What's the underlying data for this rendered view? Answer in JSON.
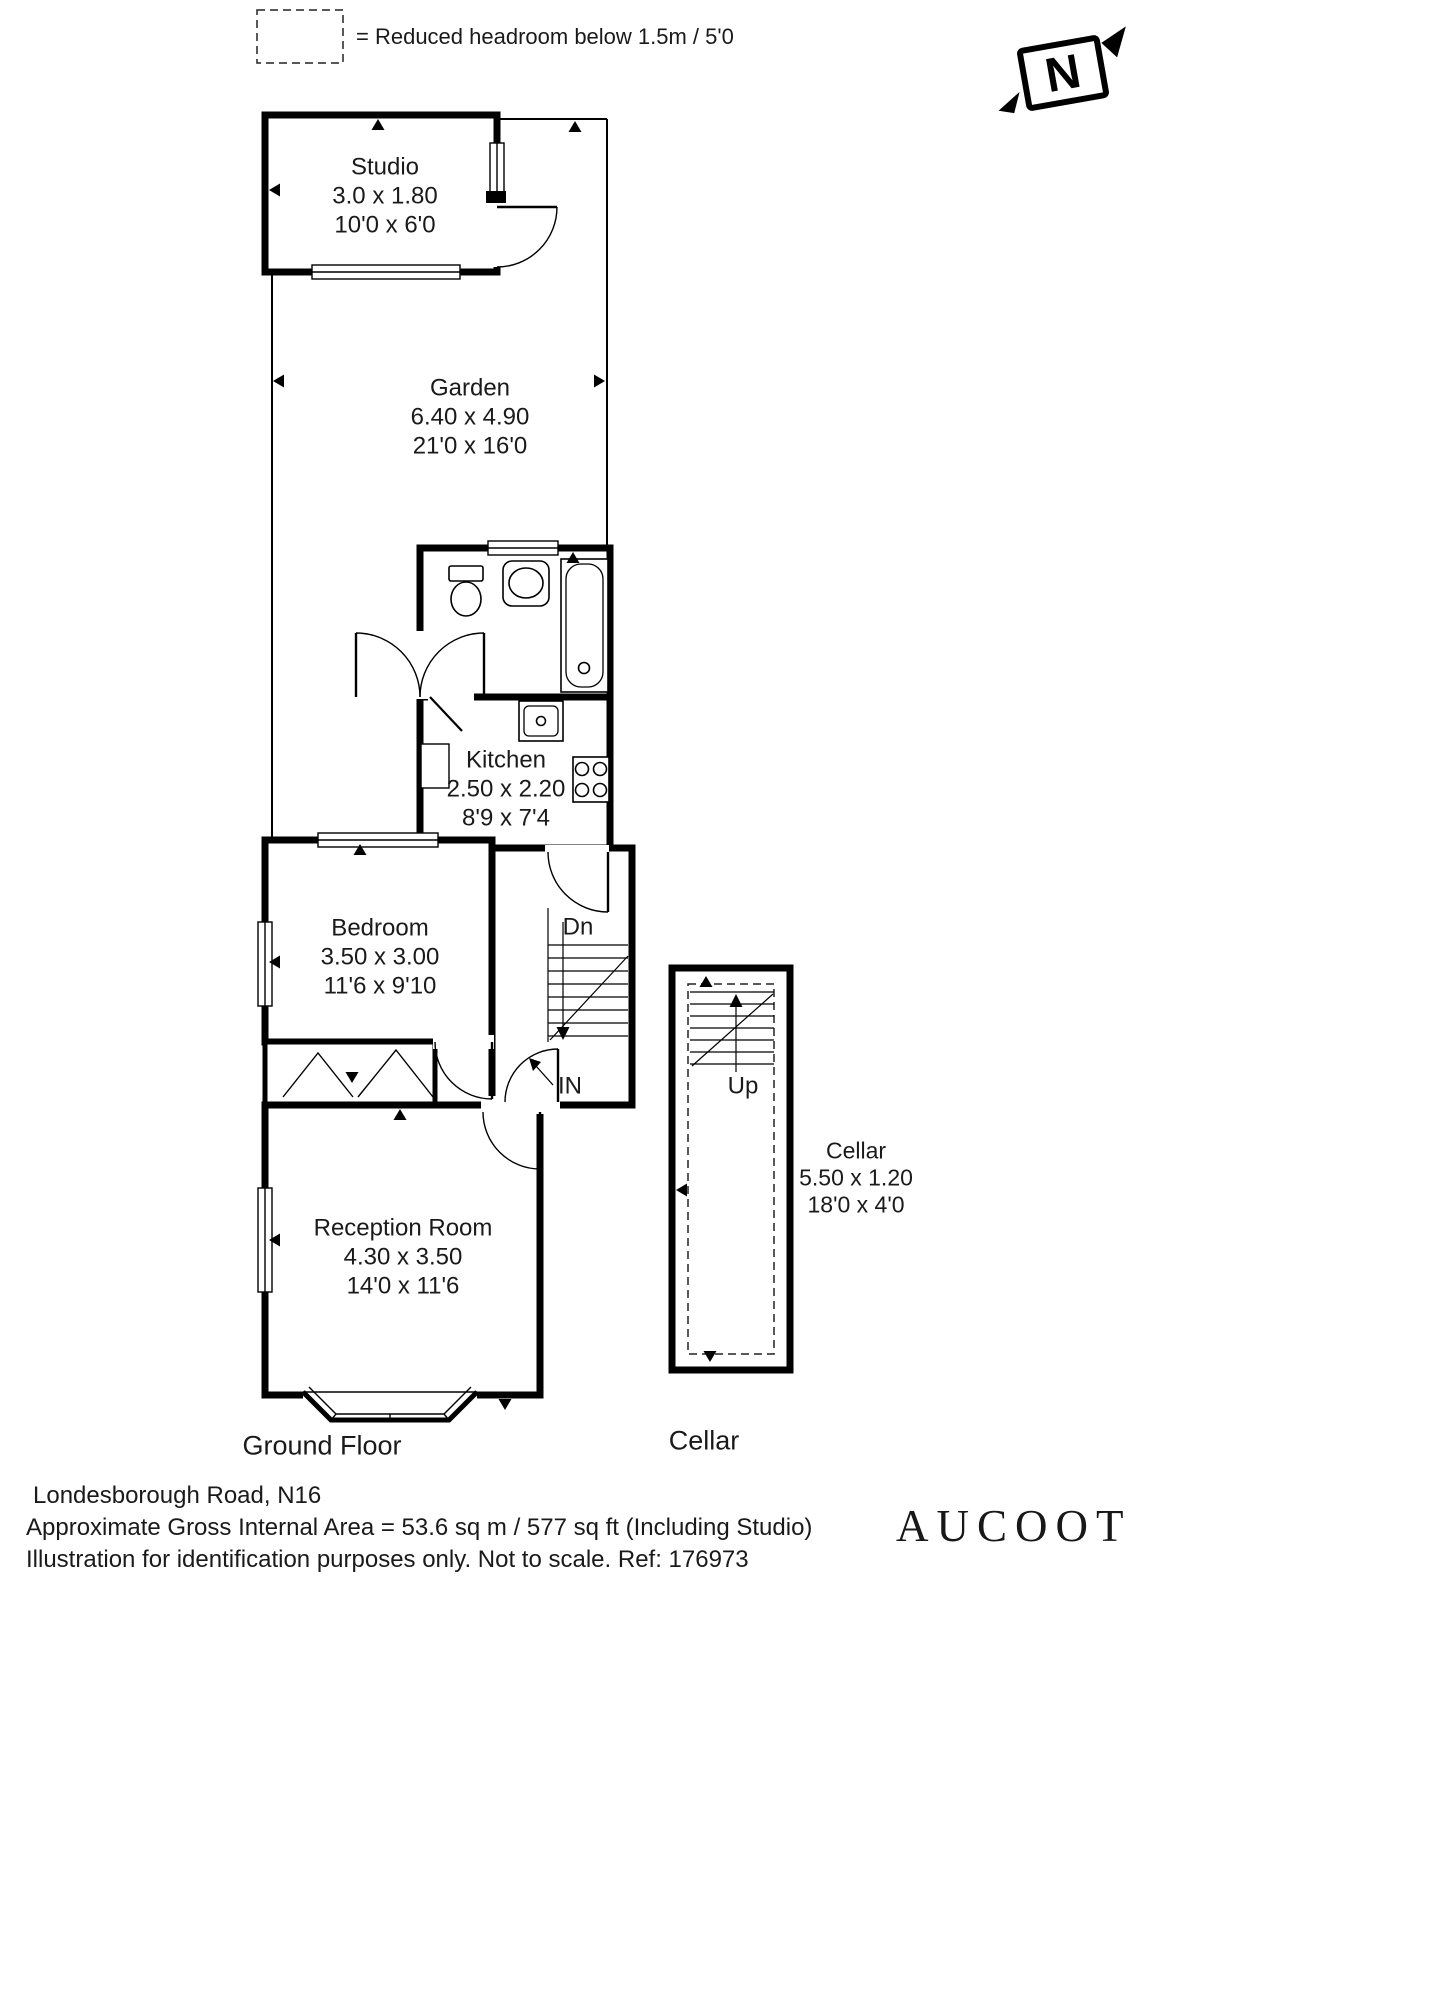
{
  "legend": {
    "text": "= Reduced headroom below 1.5m / 5'0"
  },
  "compass": {
    "letter": "N"
  },
  "rooms": {
    "studio": {
      "name": "Studio",
      "metric": "3.0 x 1.80",
      "imperial": "10'0 x 6'0"
    },
    "garden": {
      "name": "Garden",
      "metric": "6.40 x 4.90",
      "imperial": "21'0 x 16'0"
    },
    "kitchen": {
      "name": "Kitchen",
      "metric": "2.50 x 2.20",
      "imperial": "8'9 x 7'4"
    },
    "bedroom": {
      "name": "Bedroom",
      "metric": "3.50 x 3.00",
      "imperial": "11'6 x 9'10"
    },
    "reception_room": {
      "name": "Reception Room",
      "metric": "4.30 x 3.50",
      "imperial": "14'0 x 11'6"
    },
    "cellar": {
      "name": "Cellar",
      "metric": "5.50 x 1.20",
      "imperial": "18'0 x 4'0"
    }
  },
  "annotations": {
    "stairs_down": "Dn",
    "stairs_up": "Up",
    "entrance": "IN"
  },
  "floor_labels": {
    "ground_floor": "Ground Floor",
    "cellar": "Cellar"
  },
  "footer": {
    "address": "Londesborough Road, N16",
    "area": "Approximate Gross Internal Area = 53.6 sq m / 577 sq ft (Including Studio)",
    "disclaimer": "Illustration for identification purposes only. Not to scale. Ref: 176973"
  },
  "branding": {
    "logo": "AUCOOT"
  },
  "colors": {
    "line": "#000000",
    "text": "#1a1a1a",
    "background": "#ffffff"
  }
}
